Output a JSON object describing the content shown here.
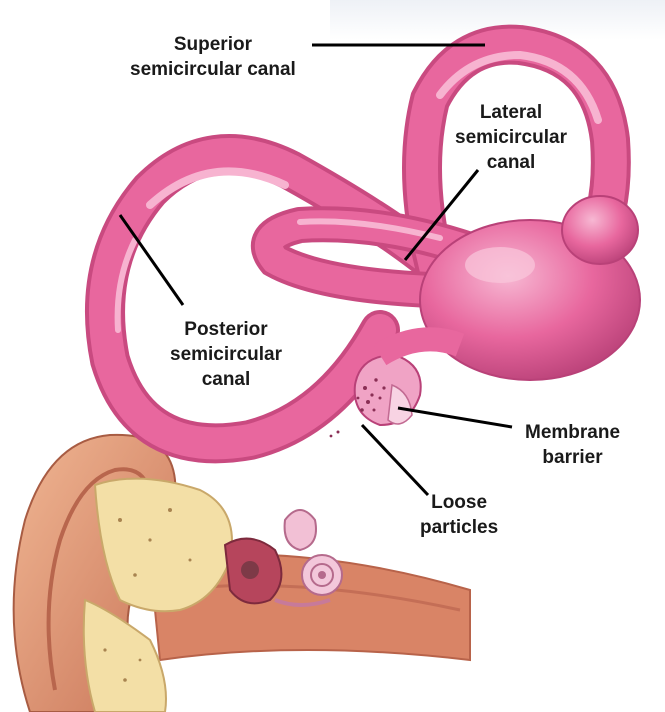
{
  "labels": {
    "superior": [
      "Superior",
      "semicircular canal"
    ],
    "lateral": [
      "Lateral",
      "semicircular",
      "canal"
    ],
    "posterior": [
      "Posterior",
      "semicircular",
      "canal"
    ],
    "membrane": [
      "Membrane",
      "barrier"
    ],
    "particles": [
      "Loose",
      "particles"
    ]
  },
  "colors": {
    "canal": "#e8679e",
    "canal_highlight": "#f7b3d0",
    "canal_shadow": "#c94a80",
    "skin": "#e9a27e",
    "cartilage": "#f3dfa6",
    "leader_line": "#000000"
  }
}
